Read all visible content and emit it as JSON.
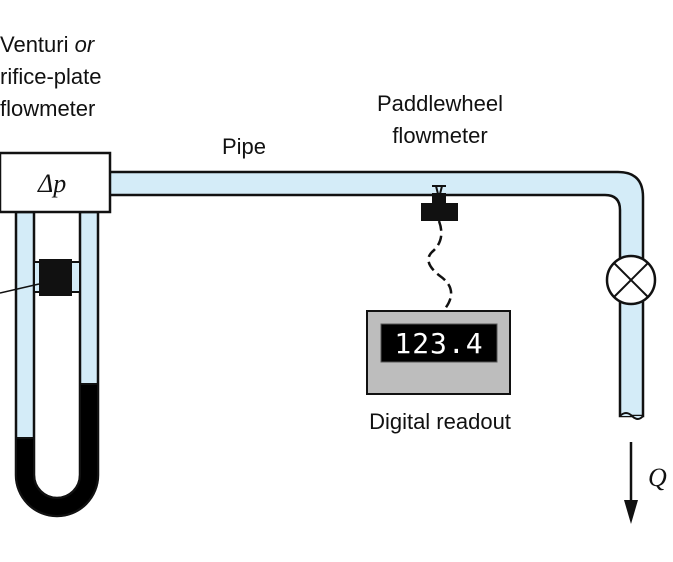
{
  "labels": {
    "venturi_line1": "Venturi",
    "venturi_or": "or",
    "venturi_line2": "rifice-plate",
    "venturi_line3": "flowmeter",
    "pipe": "Pipe",
    "paddlewheel_line1": "Paddlewheel",
    "paddlewheel_line2": "flowmeter",
    "digital_readout": "Digital readout",
    "delta_p": "Δp",
    "flow": "Q"
  },
  "readout": {
    "value": "123.4"
  },
  "colors": {
    "pipe_fill": "#d4ecf8",
    "outline": "#111111",
    "readout_body": "#bdbdbd",
    "display_bg": "#000000",
    "display_text": "#ffffff",
    "manometer_fluid": "#000000"
  },
  "icons": {
    "valve": "valve-icon",
    "flow_arrow": "arrow-down-icon"
  }
}
